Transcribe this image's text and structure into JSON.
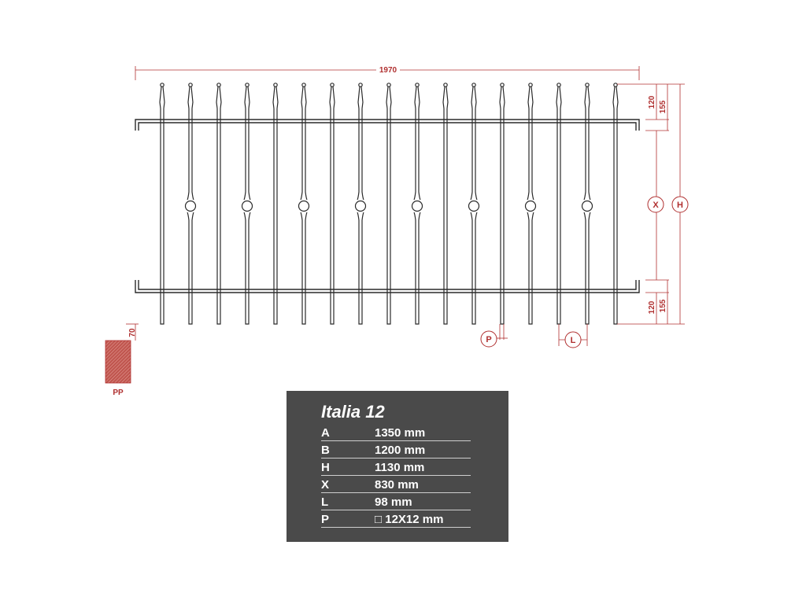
{
  "drawing": {
    "width_dim": "1970",
    "top_dim_small": "120",
    "top_dim_large": "155",
    "bottom_dim_small": "120",
    "bottom_dim_large": "155",
    "post_dim": "70",
    "post_label": "PP",
    "marker_x": "X",
    "marker_h": "H",
    "marker_p": "P",
    "marker_l": "L",
    "line_color": "#2a2a2a",
    "dim_color": "#b03030"
  },
  "spec": {
    "title": "Italia 12",
    "rows": [
      {
        "label": "A",
        "value": "1350 mm"
      },
      {
        "label": "B",
        "value": "1200 mm"
      },
      {
        "label": "H",
        "value": "1130 mm"
      },
      {
        "label": "X",
        "value": "830 mm"
      },
      {
        "label": "L",
        "value": "98 mm"
      },
      {
        "label": "P",
        "value": "□ 12X12 mm"
      }
    ]
  }
}
